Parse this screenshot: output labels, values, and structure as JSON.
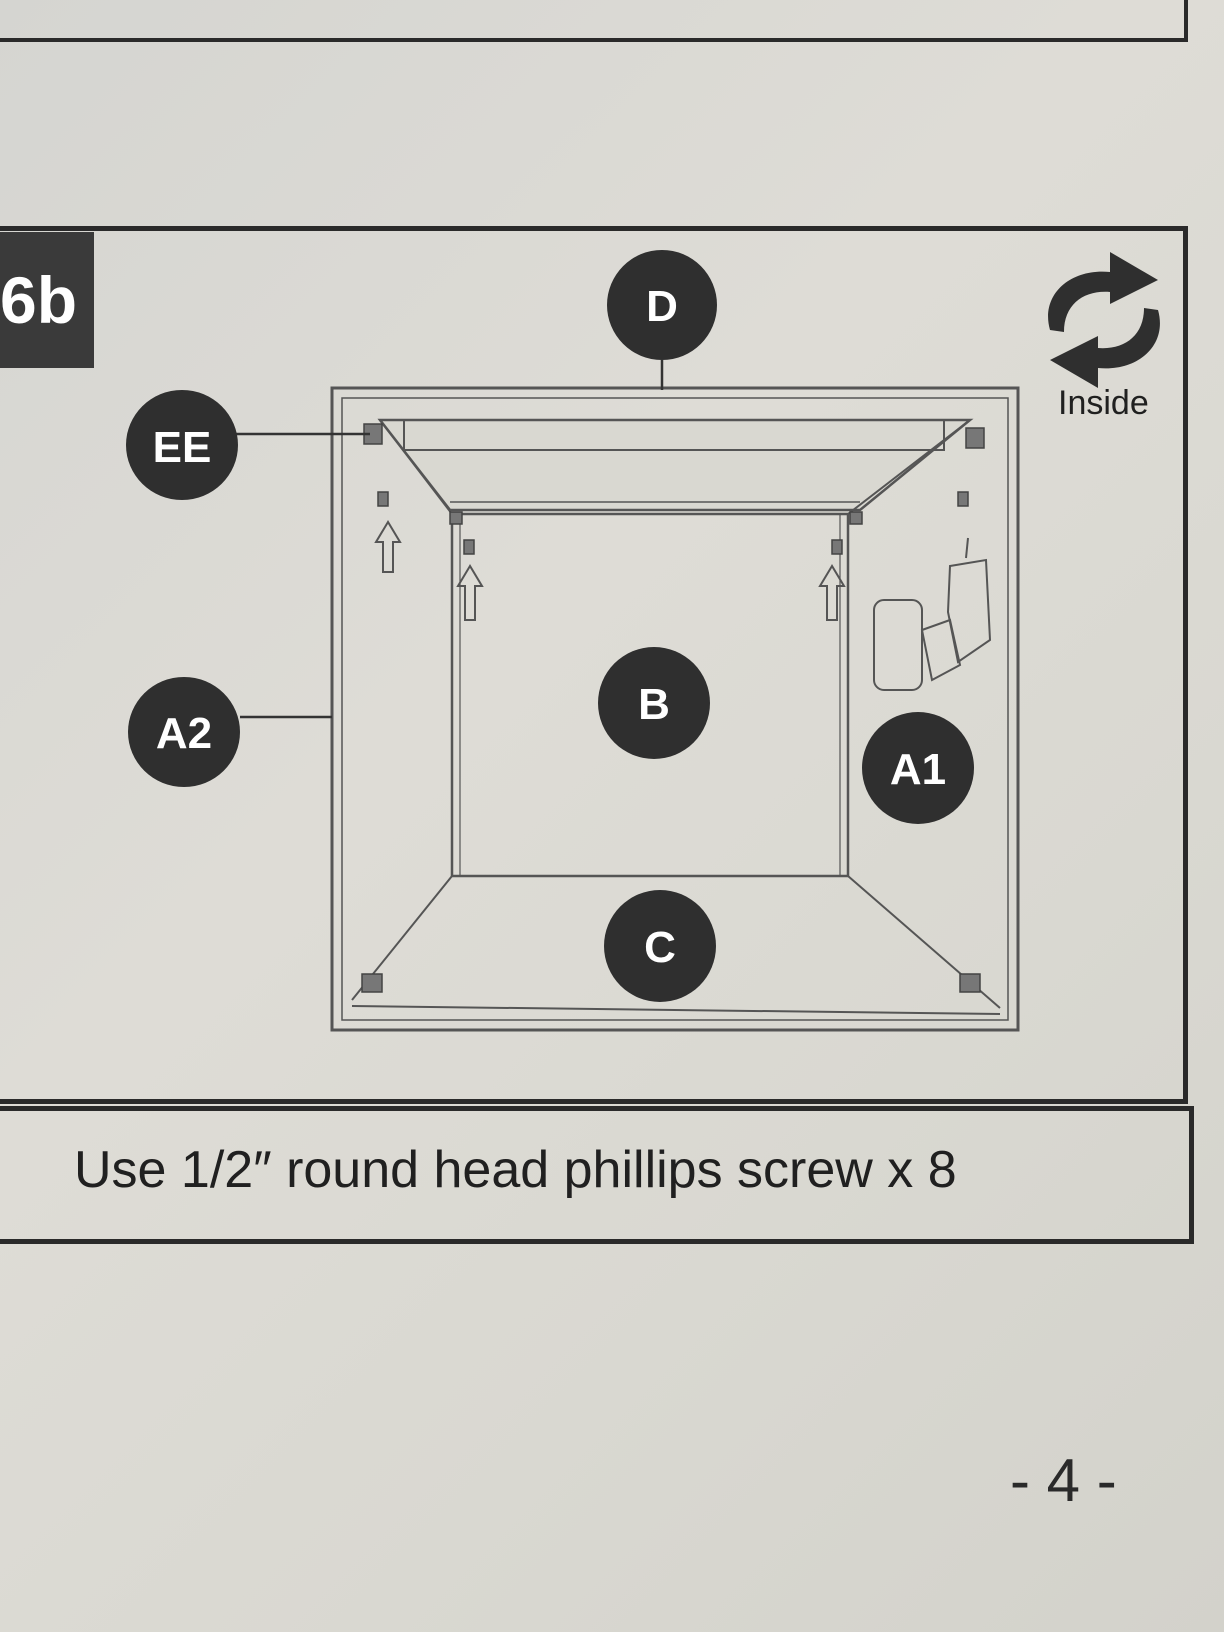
{
  "step": {
    "number": "6b",
    "rotate_label": "Inside"
  },
  "parts": {
    "d": "D",
    "ee": "EE",
    "b": "B",
    "a2": "A2",
    "a1": "A1",
    "c": "C"
  },
  "instruction": "Use 1/2″ round head phillips screw x 8",
  "page_number": "- 4 -"
}
